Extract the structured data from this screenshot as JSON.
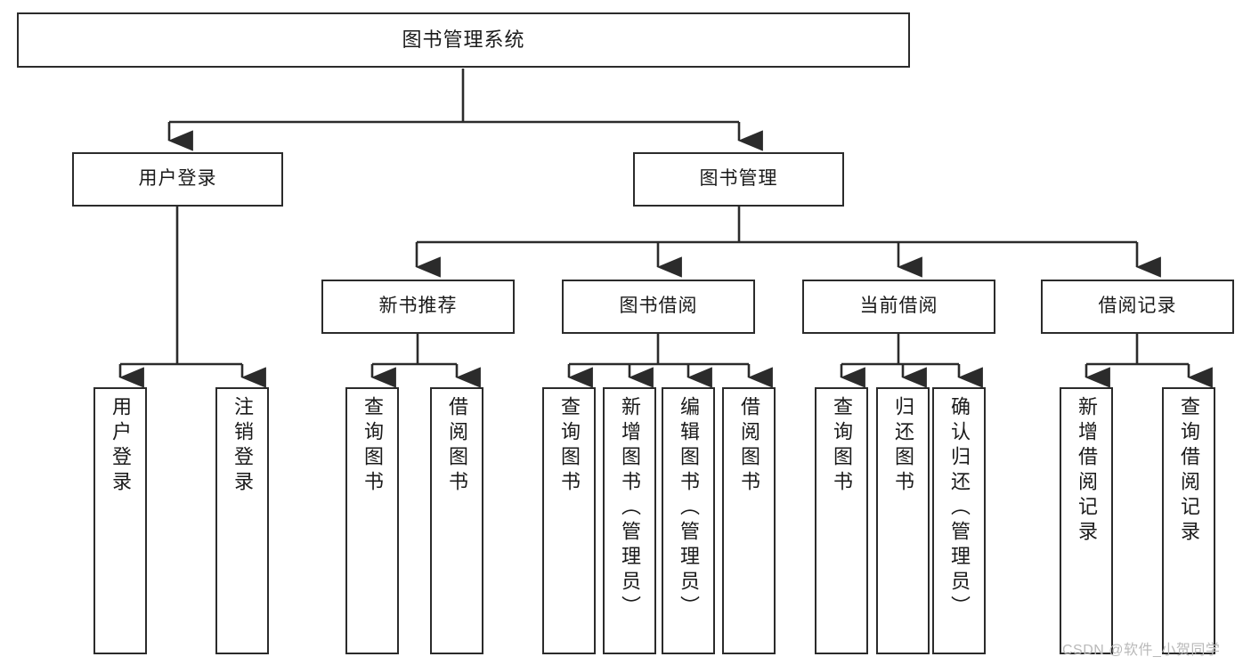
{
  "diagram": {
    "type": "tree",
    "title": "图书管理系统",
    "watermark": "CSDN @软件_小贺同学",
    "colors": {
      "box_border": "#2b2b2b",
      "box_fill": "#ffffff",
      "line": "#2b2b2b",
      "text": "#1a1a1a",
      "watermark": "#b9b9b9"
    },
    "nodes": {
      "root": "图书管理系统",
      "level2": [
        {
          "label": "用户登录"
        },
        {
          "label": "图书管理"
        }
      ],
      "level3": [
        {
          "label": "新书推荐"
        },
        {
          "label": "图书借阅"
        },
        {
          "label": "当前借阅"
        },
        {
          "label": "借阅记录"
        }
      ],
      "leaves": {
        "user_login": [
          {
            "label": "用户登录"
          },
          {
            "label": "注销登录"
          }
        ],
        "new_book_recommend": [
          {
            "label": "查询图书"
          },
          {
            "label": "借阅图书"
          }
        ],
        "book_borrow": [
          {
            "label": "查询图书"
          },
          {
            "label": "新增图书（管理员）"
          },
          {
            "label": "编辑图书（管理员）"
          },
          {
            "label": "借阅图书"
          }
        ],
        "current_borrow": [
          {
            "label": "查询图书"
          },
          {
            "label": "归还图书"
          },
          {
            "label": "确认归还（管理员）"
          }
        ],
        "borrow_record": [
          {
            "label": "新增借阅记录"
          },
          {
            "label": "查询借阅记录"
          }
        ]
      }
    }
  }
}
